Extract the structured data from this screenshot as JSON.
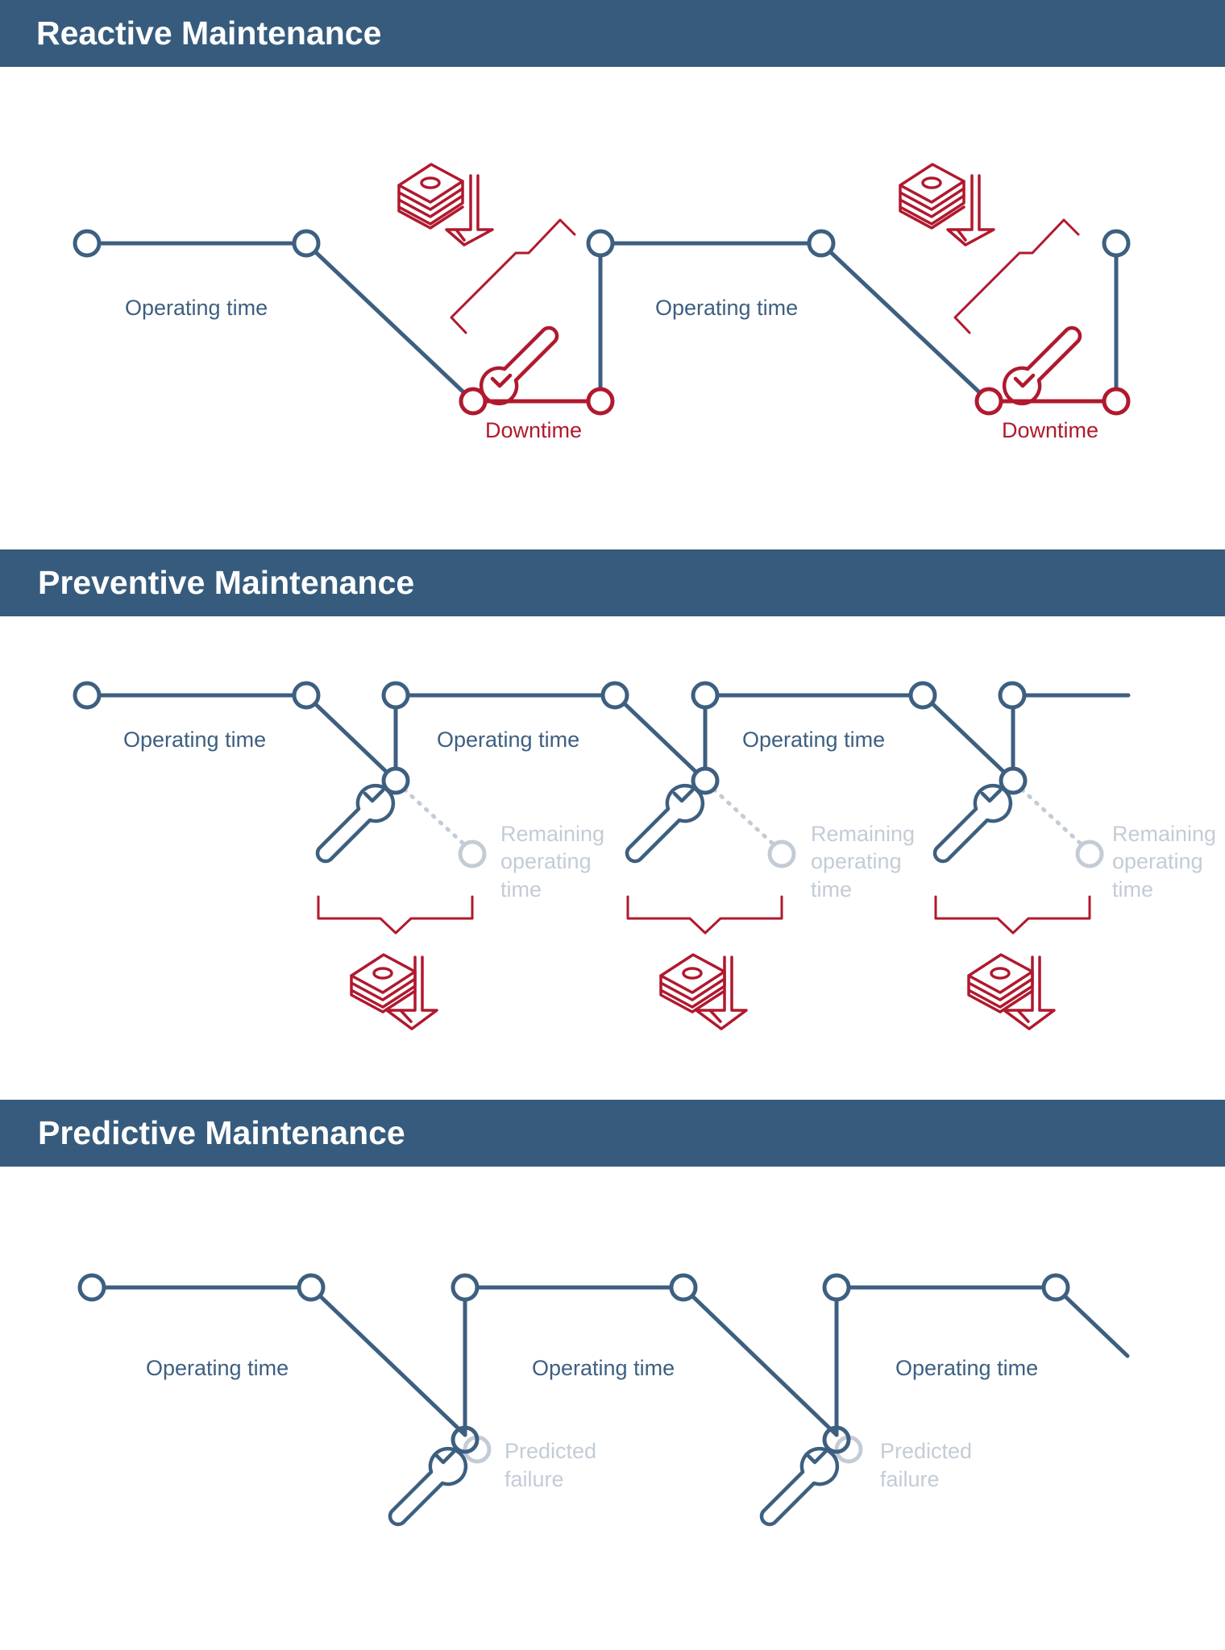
{
  "colors": {
    "band": "#365b7d",
    "line": "#3d5f80",
    "red": "#b0192e",
    "faded": "#c3ccd6",
    "white": "#ffffff"
  },
  "reactive": {
    "title": "Reactive Maintenance",
    "operating_label": "Operating time",
    "downtime_label": "Downtime",
    "icons": [
      "money-stack-icon",
      "down-arrow-icon",
      "wrench-icon",
      "failure-zigzag-icon"
    ]
  },
  "preventive": {
    "title": "Preventive Maintenance",
    "operating_label": "Operating time",
    "remaining_lines": [
      "Remaining",
      "operating",
      "time"
    ],
    "icons": [
      "money-stack-icon",
      "down-arrow-icon",
      "wrench-icon",
      "bracket-icon"
    ]
  },
  "predictive": {
    "title": "Predictive Maintenance",
    "operating_label": "Operating time",
    "predicted_lines": [
      "Predicted",
      "failure"
    ],
    "icons": [
      "wrench-icon"
    ]
  }
}
